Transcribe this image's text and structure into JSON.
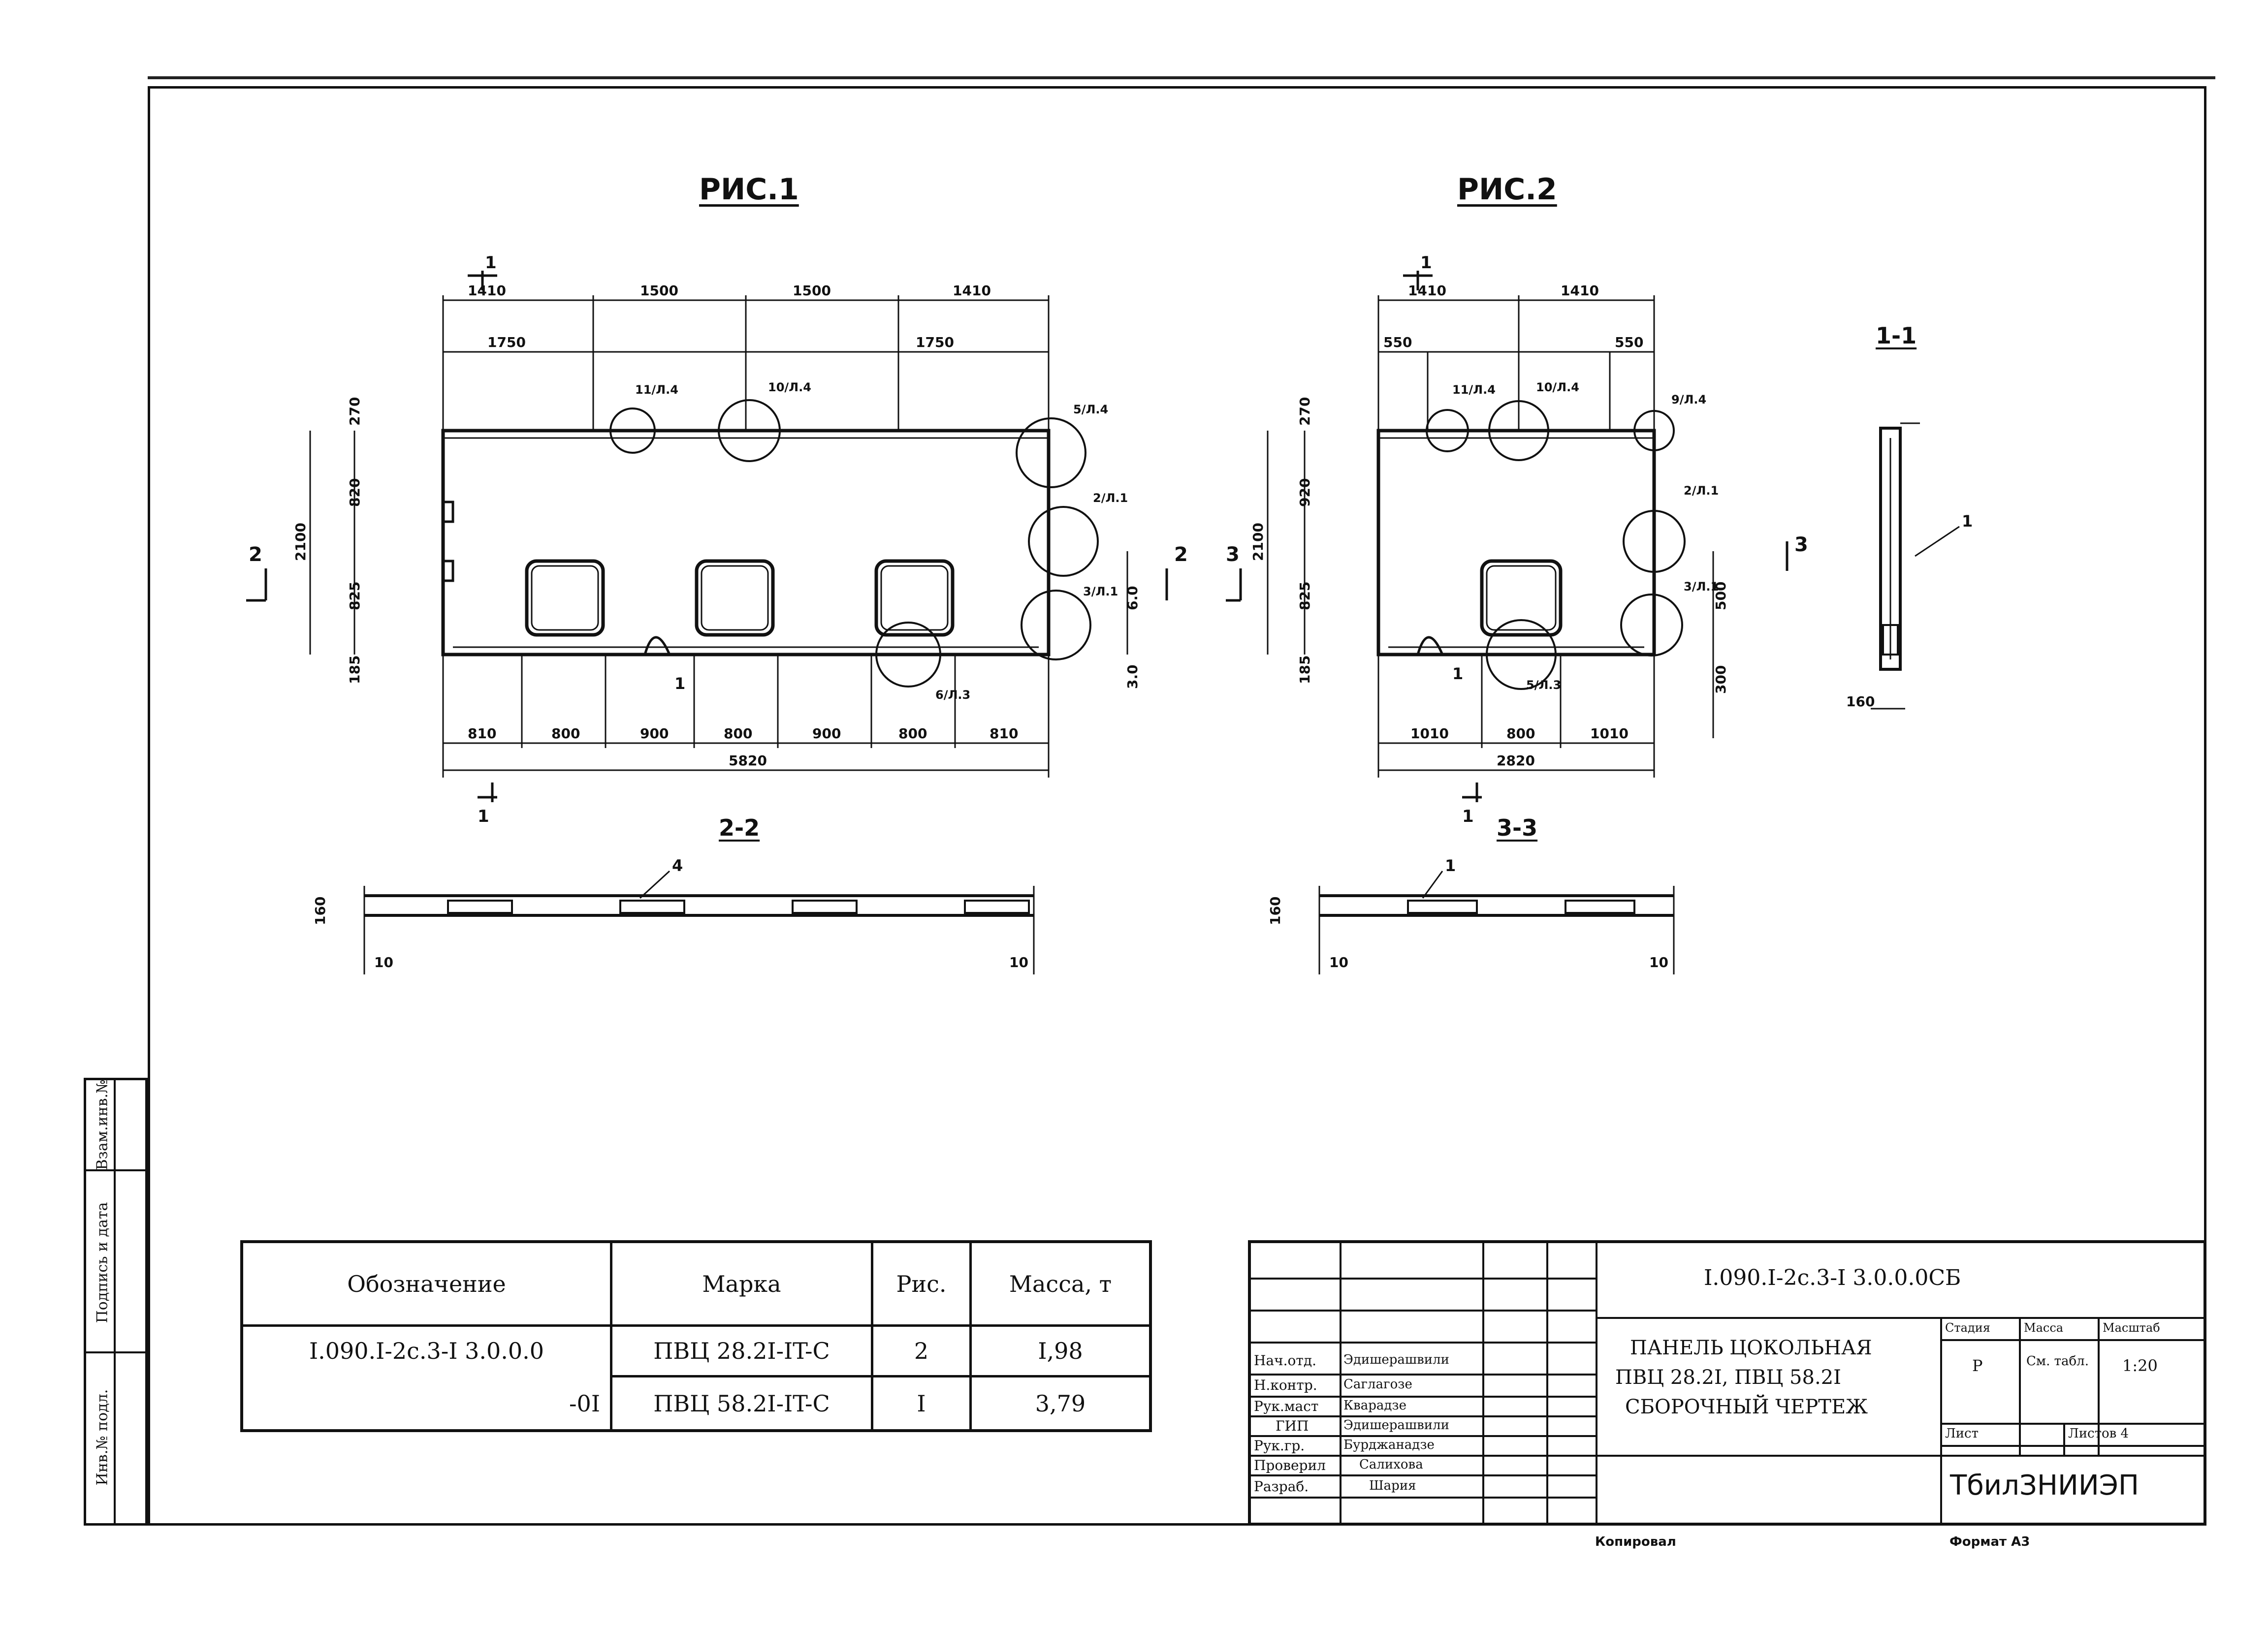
{
  "figures": {
    "fig1_title": "РИС.1",
    "fig2_title": "РИС.2",
    "sec_1_1": "1-1",
    "sec_2_2": "2-2",
    "sec_3_3": "3-3"
  },
  "fig1_dims": {
    "top_row": [
      "1410",
      "1500",
      "1500",
      "1410"
    ],
    "second_row": [
      "1750",
      "1750"
    ],
    "left_v": [
      "270",
      "2100",
      "820",
      "825",
      "185"
    ],
    "bottom_row": [
      "810",
      "800",
      "900",
      "800",
      "900",
      "800",
      "810"
    ],
    "total": "5820",
    "right_v": [
      "6.0",
      "3.0"
    ],
    "callouts": [
      "11/Л.4",
      "10/Л.4",
      "5/Л.4",
      "2/Л.1",
      "3/Л.1",
      "1",
      "6/Л.3"
    ],
    "section_marks": [
      "1",
      "2"
    ]
  },
  "fig2_dims": {
    "top_row": [
      "1410",
      "1410"
    ],
    "second_row": [
      "550",
      "550"
    ],
    "left_v": [
      "270",
      "2100",
      "920",
      "825",
      "185"
    ],
    "bottom_row": [
      "1010",
      "800",
      "1010"
    ],
    "total": "2820",
    "right_v": [
      "500",
      "300"
    ],
    "callouts": [
      "11/Л.4",
      "10/Л.4",
      "9/Л.4",
      "2/Л.1",
      "3/Л.1",
      "1",
      "5/Л.3"
    ],
    "section_marks": [
      "1",
      "3"
    ]
  },
  "sections": {
    "s11": [
      "1",
      "160"
    ],
    "s22": [
      "160",
      "4",
      "10",
      "10"
    ],
    "s33": [
      "160",
      "1",
      "10",
      "10"
    ]
  },
  "spec_table": {
    "headers": [
      "Обозначение",
      "Марка",
      "Рис.",
      "Масса, т"
    ],
    "rows": [
      [
        "I.090.I-2с.3-I 3.0.0.0",
        "ПВЦ 28.2I-IT-С",
        "2",
        "I,98"
      ],
      [
        "-0I",
        "ПВЦ 58.2I-IT-С",
        "I",
        "3,79"
      ]
    ]
  },
  "side_strip": [
    "Инв.№ подл.",
    "Подпись и дата",
    "Взам.инв.№"
  ],
  "title_block": {
    "code": "I.090.I-2с.3-I 3.0.0.0СБ",
    "name_lines": [
      "ПАНЕЛЬ ЦОКОЛЬНАЯ",
      "ПВЦ 28.2I, ПВЦ 58.2I",
      "СБОРОЧНЫЙ ЧЕРТЕЖ"
    ],
    "stage_header": "Стадия",
    "mass_header": "Масса",
    "scale_header": "Масштаб",
    "stage_value": "Р",
    "mass_value": "См. табл.",
    "scale_value": "1:20",
    "sheet_label": "Лист",
    "sheets_label": "Листов 4",
    "org": "ТбилЗНИИЭП",
    "roles": [
      "Нач.отд.",
      "Н.контр.",
      "Рук.маст",
      "ГИП",
      "Рук.гр.",
      "Проверил",
      "Разраб."
    ],
    "names": [
      "Эдишерашвили",
      "Саглагозе",
      "Кварадзе",
      "Эдишерашвили",
      "Бурджанадзе",
      "Салихова",
      "Шария"
    ]
  },
  "footer": {
    "copied": "Копировал",
    "format": "Формат А3"
  }
}
